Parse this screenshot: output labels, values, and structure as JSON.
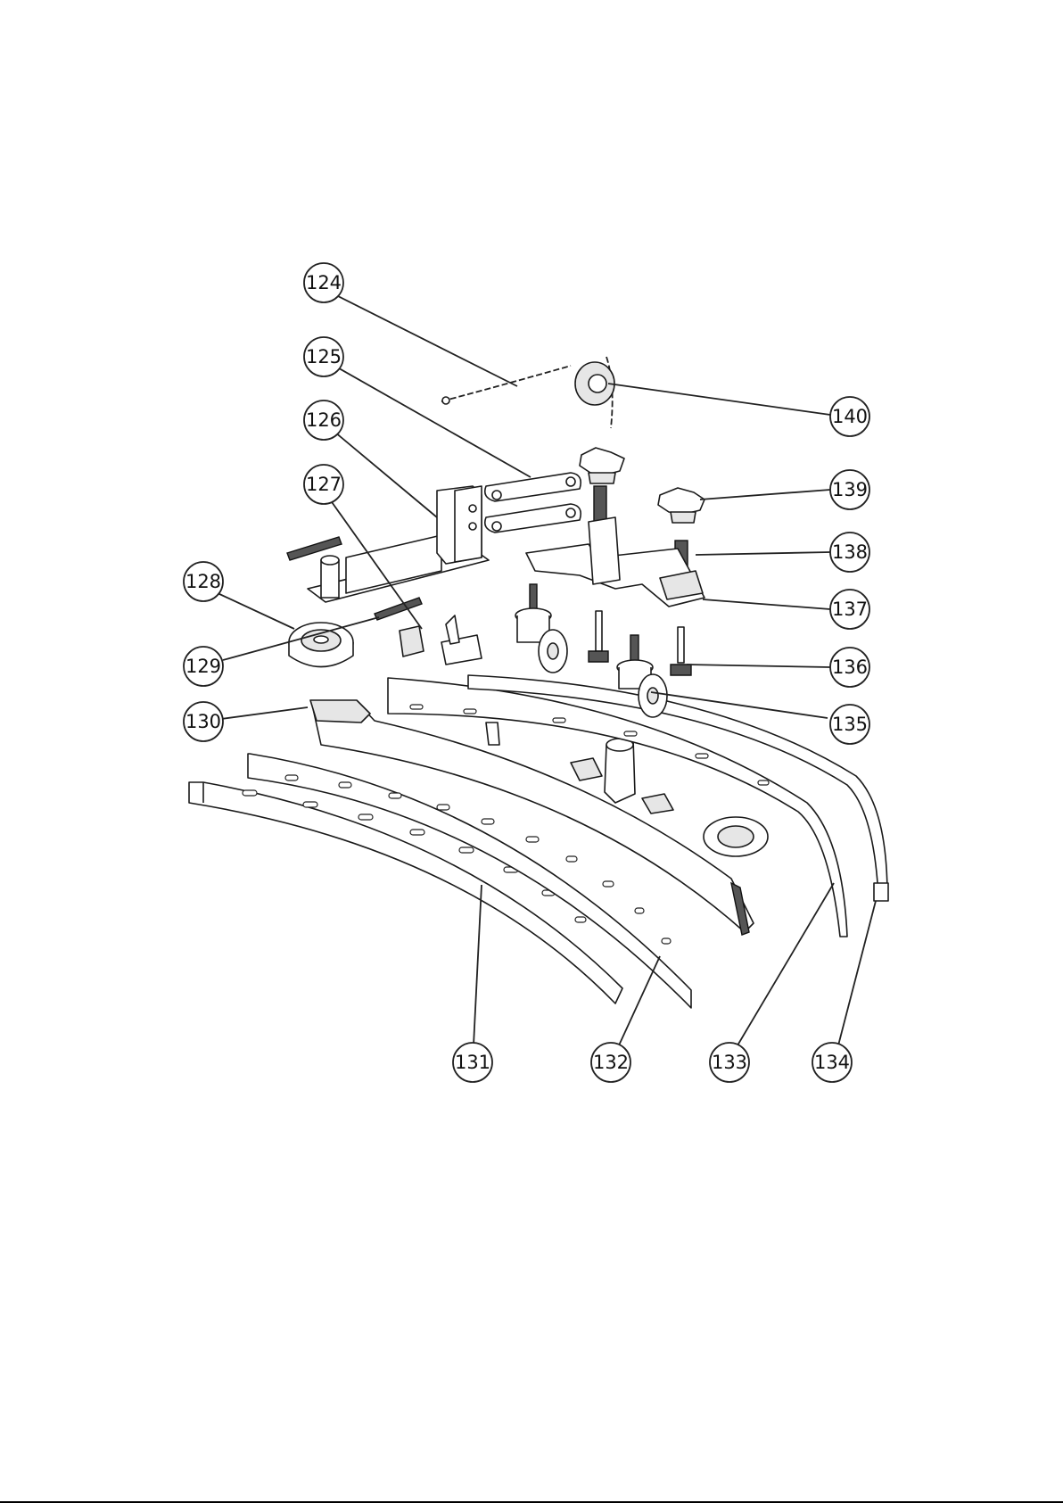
{
  "callouts": [
    {
      "label": "124"
    },
    {
      "label": "125"
    },
    {
      "label": "126"
    },
    {
      "label": "127"
    },
    {
      "label": "128"
    },
    {
      "label": "129"
    },
    {
      "label": "130"
    },
    {
      "label": "131"
    },
    {
      "label": "132"
    },
    {
      "label": "133"
    },
    {
      "label": "134"
    },
    {
      "label": "135"
    },
    {
      "label": "136"
    },
    {
      "label": "137"
    },
    {
      "label": "138"
    },
    {
      "label": "139"
    },
    {
      "label": "140"
    }
  ]
}
